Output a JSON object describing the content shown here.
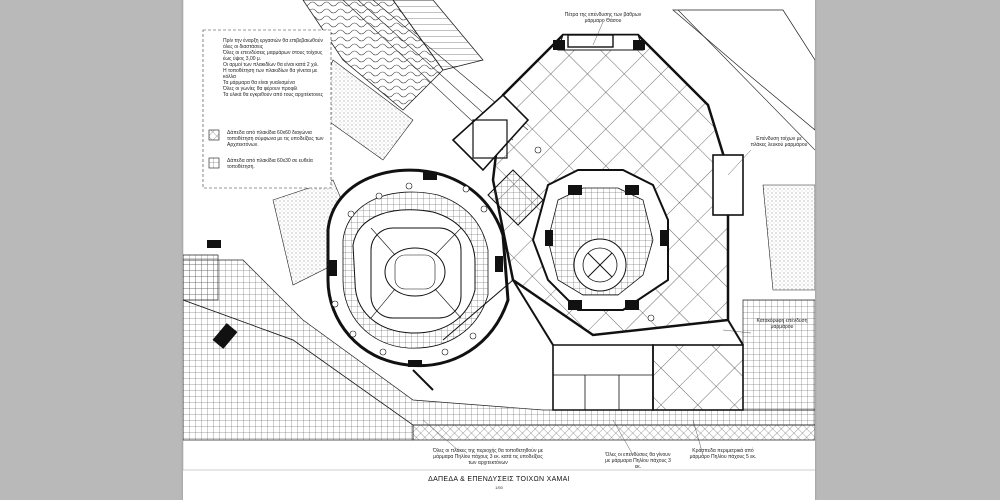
{
  "viewer": {
    "background": "#b9b9b9",
    "sheet_background": "#ffffff",
    "line_color": "#1a1a1a"
  },
  "drawing": {
    "title": "ΔΑΠΕΔΑ & ΕΠΕΝΔΥΣΕΙΣ ΤΟΙΧΩΝ ΧΑΜΑΙ",
    "scale": "1/50"
  },
  "legend": {
    "notes": [
      "Πρίν την έναρξη εργασιών θα επιβεβαιωθούν όλες οι διαστάσεις",
      "Όλες οι επενδύσεις μαρμάρων στους τοίχους έως ύψος 3,00 μ.",
      "Οι αρμοί των πλακιδίων θα είναι κατά 2 χιλ.",
      "Η τοποθέτηση των πλακιδίων θα γίνεται με κόλλα",
      "Τα μάρμαρα θα είναι γυαλισμένα",
      "Όλες οι γωνίες θα φέρουν προφίλ",
      "Τα υλικά θα εγκριθούν από τους αρχιτέκτονες"
    ],
    "hatch_items": [
      {
        "pattern": "diagonal-grid",
        "text": "Δάπεδα από πλακίδια 60x60 διαγώνια τοποθέτηση σύμφωνα με τις υποδείξεις των Αρχιτεκτόνων."
      },
      {
        "pattern": "orthogonal-grid",
        "text": "Δάπεδα από πλακίδια 60x30 σε ευθεία τοποθέτηση."
      }
    ]
  },
  "annotations": {
    "top_note": "Πέτρα της επένδυσης των βάθρων μάρμαρο Θάσου",
    "right_note": "Επένδυση τοίχων με πλάκες λευκού μαρμάρου",
    "right_note_2": "Κατακόρυφη επένδυση μαρμάρου",
    "bottom_left_note": "Όλες οι πλάκες της περιοχής θα τοποθετηθούν με μάρμαρα Πηλίου πάχους 3 εκ. κατά τις υποδείξεις των αρχιτεκτόνων",
    "bottom_mid_note": "Όλες οι επενδύσεις θα γίνουν με μάρμαρα Πηλίου πάχους 3 εκ.",
    "bottom_right_note": "Κράσπεδα περιμετρικά από μάρμαρο Πηλίου πάχους 5 εκ."
  }
}
